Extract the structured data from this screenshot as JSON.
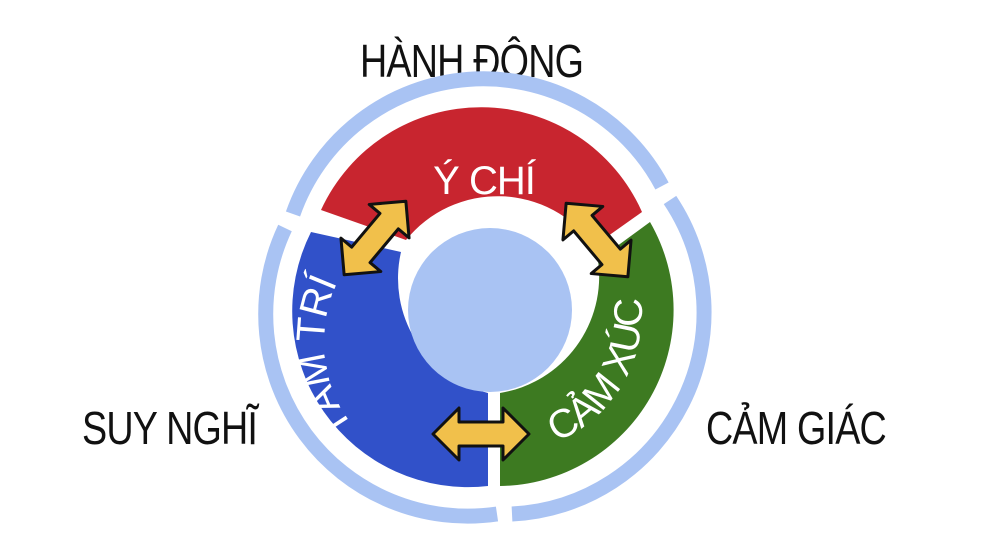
{
  "labels": {
    "top": "HÀNH ĐỘNG",
    "left": "SUY NGHĨ",
    "right": "CẢM GIÁC"
  },
  "segments": {
    "top": {
      "text": "Ý CHÍ",
      "color": "#c8252f"
    },
    "left": {
      "text": "TÂM TRÍ",
      "color": "#3151c9"
    },
    "right": {
      "text": "CẢM XÚC",
      "color": "#3d7a21"
    }
  },
  "colors": {
    "outer_ring": "#a9c3f3",
    "center": "#a9c3f3",
    "arrow_fill": "#f1c04b",
    "arrow_stroke": "#111111"
  }
}
